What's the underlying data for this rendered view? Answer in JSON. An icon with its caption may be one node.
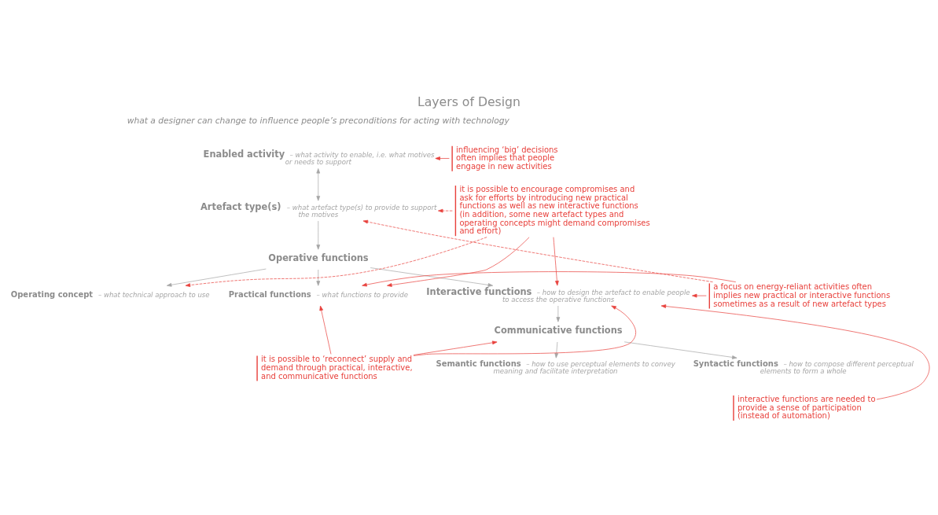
{
  "diagram": {
    "title": "Layers of Design",
    "nodes": [
      {
        "text": [
          "Enabled activity",
          "– what activity to enable, i.e. what motives or needs to support"
        ]
      },
      {
        "text": [
          "Artefact type(s)",
          "– what artefact type(s) to provide to support the motives"
        ]
      },
      {
        "text": [
          "Operative functions"
        ]
      },
      {
        "text": [
          "Operating concept",
          "– what technical approach to use"
        ]
      },
      {
        "text": [
          "Practical functions",
          "– what functions to provide"
        ]
      },
      {
        "text": [
          "Interactive functions",
          "– how to design the artefact to enable people to access the operative functions"
        ]
      },
      {
        "text": [
          "Communicative functions"
        ]
      },
      {
        "text": [
          "Semantic functions",
          "– how to use perceptual elements to convey meaning and facilitate interpretation"
        ]
      },
      {
        "text": [
          "Syntactic functions",
          "– how to compose different perceptual elements to form a whole"
        ]
      },
      {
        "text": [
          "influencing ‘big’ decisions often implies that people engage in new activities"
        ]
      },
      {
        "text": [
          "it is possible to encourage compromises and ask for efforts by introducing new practical functions as well as new interactive functions (in addition, some new artefact types and operating concepts might demand compromises and effort)"
        ]
      },
      {
        "text": [
          "a focus on energy-reliant activities often implies new practical or interactive functions sometimes as a result of new artefact types"
        ]
      },
      {
        "text": [
          "it is possible to ‘reconnect’ supply and demand through practical, interactive, and communicative functions"
        ]
      },
      {
        "text": [
          "interactive functions are needed to provide a sense of participation (instead of automation)"
        ]
      }
    ],
    "edges": [
      {
        "from": 0,
        "to": 1,
        "arrow": "both",
        "color": "#a6a6a6"
      },
      {
        "from": 1,
        "to": 2,
        "arrow": "to",
        "color": "#a6a6a6"
      },
      {
        "from": 2,
        "to": 5,
        "arrow": "to",
        "color": "#a6a6a6"
      },
      {
        "from": 5,
        "to": 6,
        "arrow": "to",
        "color": "#a6a6a6"
      },
      {
        "from": 2,
        "to": 3,
        "arrow": "to",
        "color": "#a6a6a6"
      },
      {
        "from": 2,
        "to": 4,
        "arrow": "to",
        "color": "#a6a6a6"
      },
      {
        "from": 6,
        "to": 7,
        "arrow": "to",
        "color": "#a6a6a6"
      },
      {
        "from": 6,
        "to": 8,
        "arrow": "to",
        "color": "#a6a6a6"
      },
      {
        "from": 9,
        "to": 0,
        "arrow": "to"
      },
      {
        "from": 10,
        "to": 1,
        "arrow": "to",
        "style": "dashed"
      },
      {
        "from": 10,
        "to": 3,
        "arrow": "to",
        "style": "dashed"
      },
      {
        "from": 10,
        "to": 5,
        "arrow": "to"
      },
      {
        "from": 10,
        "to": 4,
        "arrow": "to"
      },
      {
        "from": 11,
        "to": 1,
        "arrow": "to",
        "style": "dashed"
      },
      {
        "from": 11,
        "to": 4,
        "arrow": "to"
      },
      {
        "from": 11,
        "to": 5,
        "arrow": "to"
      },
      {
        "from": 12,
        "to": 4,
        "arrow": "to"
      },
      {
        "from": 12,
        "to": 5,
        "arrow": "to"
      },
      {
        "from": 12,
        "to": 6,
        "arrow": "to"
      },
      {
        "from": 13,
        "to": 5,
        "arrow": "to"
      }
    ],
    "labels": [
      "what a designer can change to influence people’s preconditions for acting with technology"
    ]
  }
}
